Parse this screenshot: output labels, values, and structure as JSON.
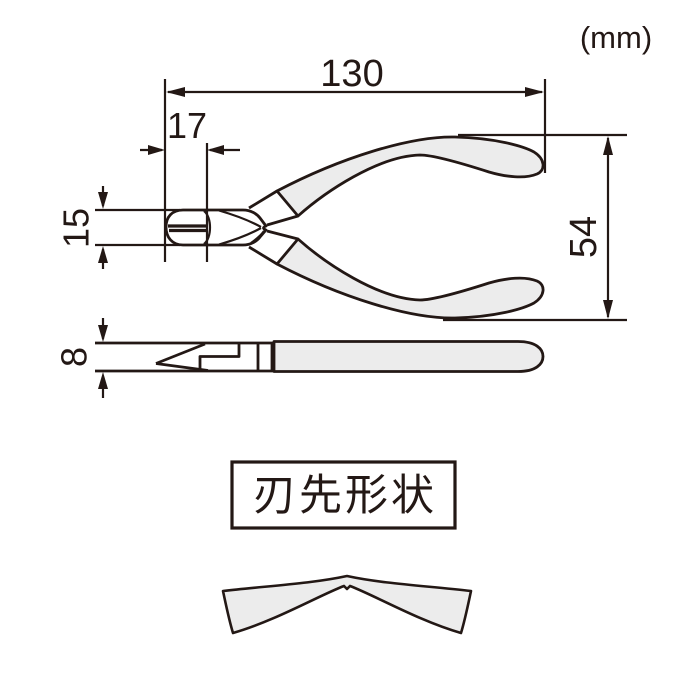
{
  "unit_label": "(mm)",
  "dimensions": {
    "overall_length": "130",
    "blade_length": "17",
    "head_height": "15",
    "handle_opening": "54",
    "head_thickness": "8"
  },
  "blade_section_title": "刃先形状",
  "colors": {
    "line": "#231815",
    "fill_grey": "#ececec",
    "background": "#ffffff"
  }
}
